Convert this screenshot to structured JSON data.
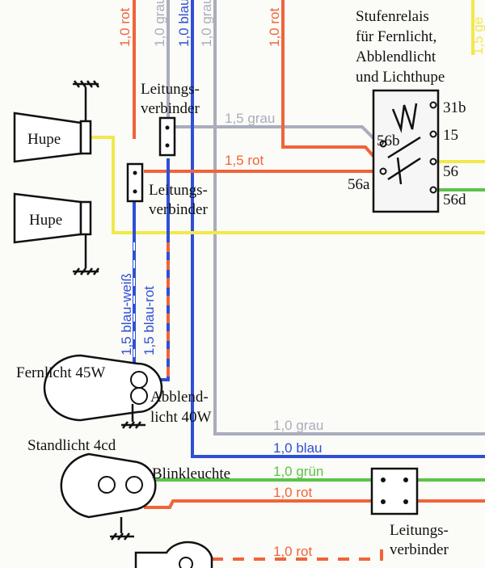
{
  "colors": {
    "red": "#f0643a",
    "grey": "#a9adbd",
    "blue": "#2f4fd6",
    "yellow": "#f2e84a",
    "green": "#5cc24a",
    "ink": "#111111"
  },
  "top_wires": {
    "red_a": "1,0 rot",
    "grey_a": "1,0 grau",
    "blue": "1,0 blau",
    "grey_b": "1,0 grau",
    "red_b": "1,0 rot",
    "yellow_edge": "1,5 ge"
  },
  "relay": {
    "title_lines": [
      "Stufenrelais",
      "für Fernlicht,",
      "Abblendlicht",
      "und Lichthupe"
    ],
    "pins": {
      "p31b": "31b",
      "p15": "15",
      "p56": "56",
      "p56d": "56d",
      "p56a": "56a",
      "p56b": "56b"
    }
  },
  "connectors": {
    "upper_lines": [
      "Leitungs-",
      "verbinder"
    ],
    "middle_lines": [
      "Leitungs-",
      "verbinder"
    ],
    "lower_lines": [
      "Leitungs-",
      "verbinder"
    ]
  },
  "horns": {
    "upper": "Hupe",
    "lower": "Hupe"
  },
  "wire_labels": {
    "grau_15": "1,5 grau",
    "rot_15": "1,5 rot",
    "blau_weiss": "1,5 blau-weiß",
    "blau_rot": "1,5 blau-rot",
    "grau_10": "1,0 grau",
    "blau_10": "1,0 blau",
    "gruen_10": "1,0 grün",
    "rot_10": "1,0 rot",
    "rot_10_bottom": "1,0 rot"
  },
  "lamps": {
    "fernlicht": "Fernlicht 45W",
    "abblend_lines": [
      "Abblend-",
      "licht 40W"
    ],
    "standlicht": "Standlicht 4cd",
    "blinkleuchte": "Blinkleuchte"
  }
}
